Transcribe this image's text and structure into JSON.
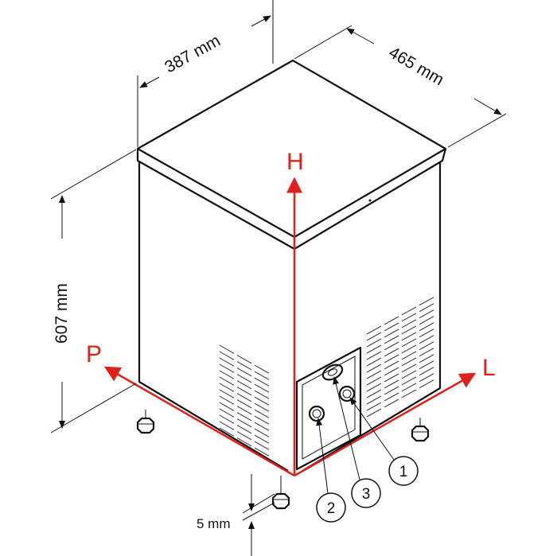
{
  "dimensions": {
    "width": "387 mm",
    "depth": "465 mm",
    "height": "607 mm",
    "foot_clearance": "5 mm"
  },
  "axes": {
    "height": "H",
    "depth": "P",
    "length": "L"
  },
  "callouts": [
    "1",
    "2",
    "3"
  ],
  "colors": {
    "axis": "#e0201c",
    "outline": "#111111"
  }
}
